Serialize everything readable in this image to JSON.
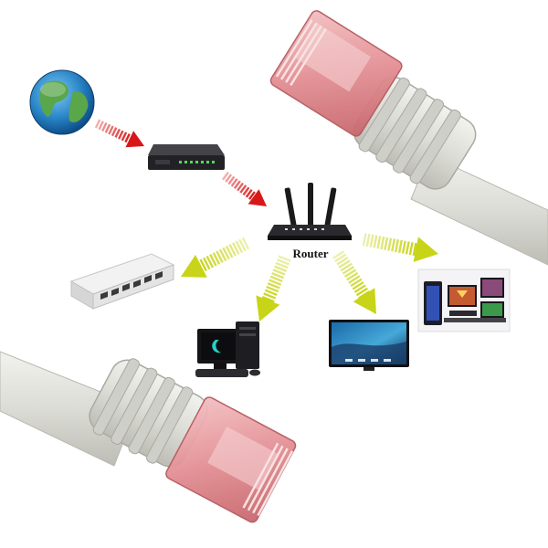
{
  "diagram": {
    "router_label": "Router",
    "colors": {
      "arrow_red": "#d81818",
      "arrow_yellow": "#c8d418",
      "connector_pink": "#e89a9e",
      "cable_white": "#e4e4e0"
    },
    "nodes": [
      {
        "id": "internet",
        "icon": "globe-icon"
      },
      {
        "id": "modem",
        "icon": "modem-icon"
      },
      {
        "id": "router",
        "icon": "router-icon"
      },
      {
        "id": "switch",
        "icon": "network-switch-icon"
      },
      {
        "id": "desktop",
        "icon": "desktop-computer-icon"
      },
      {
        "id": "tv",
        "icon": "smart-tv-icon"
      },
      {
        "id": "gaming-pc",
        "icon": "gaming-pc-icon"
      }
    ],
    "connections": [
      {
        "from": "internet",
        "to": "modem",
        "style": "red"
      },
      {
        "from": "modem",
        "to": "router",
        "style": "red"
      },
      {
        "from": "router",
        "to": "switch",
        "style": "yellow"
      },
      {
        "from": "router",
        "to": "desktop",
        "style": "yellow"
      },
      {
        "from": "router",
        "to": "tv",
        "style": "yellow"
      },
      {
        "from": "router",
        "to": "gaming-pc",
        "style": "yellow"
      }
    ]
  }
}
